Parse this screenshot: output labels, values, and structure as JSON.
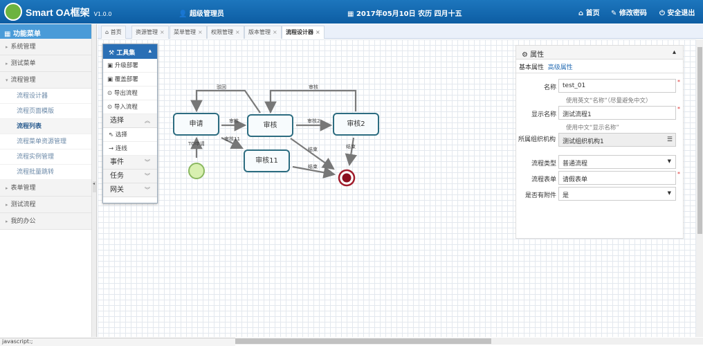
{
  "header": {
    "brand": "Smart OA框架",
    "version": "V1.0.0",
    "user": "超级管理员",
    "date": "2017年05月10日 农历 四月十五",
    "links": [
      {
        "icon": "home-icon",
        "label": "首页"
      },
      {
        "icon": "edit-icon",
        "label": "修改密码"
      },
      {
        "icon": "power-icon",
        "label": "安全退出"
      }
    ]
  },
  "sidebar": {
    "title": "功能菜单",
    "items": [
      {
        "label": "系统管理"
      },
      {
        "label": "测试菜单"
      },
      {
        "label": "流程管理"
      }
    ],
    "subitems": [
      "流程设计器",
      "流程页面模版",
      "流程列表",
      "流程菜单资源管理",
      "流程实例管理",
      "流程批量跳转"
    ],
    "items_after": [
      "表单管理",
      "测试流程",
      "我的办公"
    ]
  },
  "tabs": [
    {
      "label": "首页"
    },
    {
      "label": "资源管理"
    },
    {
      "label": "菜单管理"
    },
    {
      "label": "权限管理"
    },
    {
      "label": "版本管理"
    },
    {
      "label": "流程设计器"
    }
  ],
  "toolbox": {
    "title": "工具集",
    "actions": [
      "升级部署",
      "覆盖部署",
      "导出流程",
      "导入流程"
    ],
    "group_select": "选择",
    "tools": [
      "选择",
      "连线"
    ],
    "groups": [
      "事件",
      "任务",
      "网关"
    ]
  },
  "diagram": {
    "nodes": {
      "apply": "申请",
      "review": "审核",
      "review2": "审核2",
      "review11": "审核11"
    },
    "edges": {
      "reject": "驳回",
      "review_back": "审核",
      "a_to_r": "审核",
      "r_to_r2": "审核2",
      "a_to_r11": "审核11",
      "start_to_apply": "TO申请",
      "r_end": "结束",
      "r11_end": "结束",
      "r2_end": "结束"
    }
  },
  "props": {
    "title": "属性",
    "tabs": [
      "基本属性",
      "高级属性"
    ],
    "fields": {
      "name_label": "名称",
      "name": "test_01",
      "name_help": "使用英文“名称”（尽量避免中文）",
      "display_label": "显示名称",
      "display": "测试流程1",
      "display_help": "使用中文“显示名称”",
      "org_label": "所属组织机构",
      "org": "测试组织机构1",
      "type_label": "流程类型",
      "type": "普通流程",
      "form_label": "流程表单",
      "form": "请假表单",
      "attach_label": "是否有附件",
      "attach": "是"
    },
    "required_mark": "*"
  },
  "status": "javascript:;"
}
